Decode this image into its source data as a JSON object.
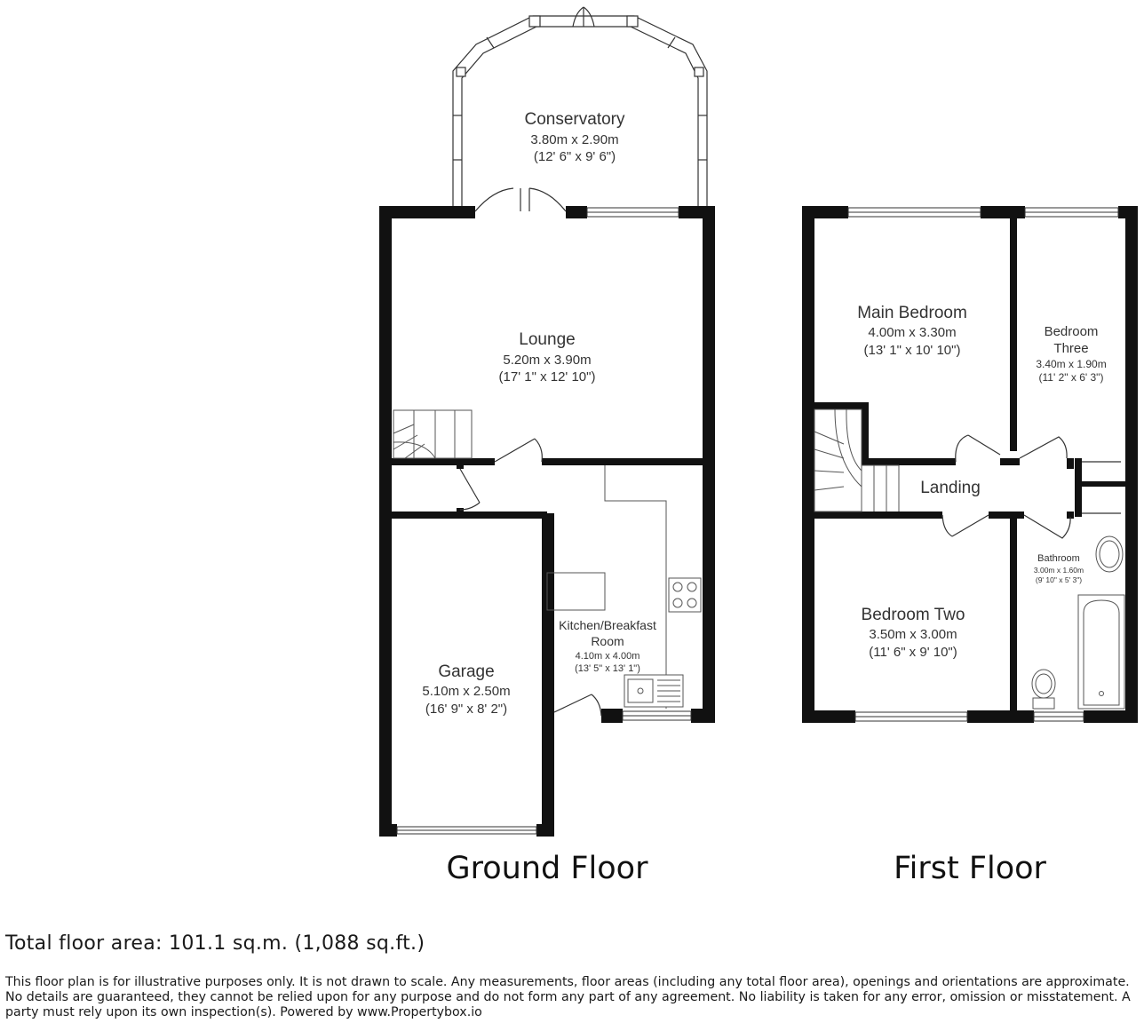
{
  "colors": {
    "wall": "#111111",
    "fixture": "#333333",
    "background": "#ffffff"
  },
  "floors": {
    "ground": {
      "label": "Ground Floor",
      "rooms": {
        "conservatory": {
          "name": "Conservatory",
          "metric": "3.80m x 2.90m",
          "imperial": "(12' 6\" x 9' 6\")"
        },
        "lounge": {
          "name": "Lounge",
          "metric": "5.20m x 3.90m",
          "imperial": "(17' 1\" x 12' 10\")"
        },
        "kitchen": {
          "name_line1": "Kitchen/Breakfast",
          "name_line2": "Room",
          "metric": "4.10m x 4.00m",
          "imperial": "(13' 5\" x 13' 1\")"
        },
        "garage": {
          "name": "Garage",
          "metric": "5.10m x 2.50m",
          "imperial": "(16' 9\" x 8' 2\")"
        }
      }
    },
    "first": {
      "label": "First Floor",
      "rooms": {
        "main_bedroom": {
          "name": "Main Bedroom",
          "metric": "4.00m x 3.30m",
          "imperial": "(13' 1\" x 10' 10\")"
        },
        "bedroom_three": {
          "name_line1": "Bedroom",
          "name_line2": "Three",
          "metric": "3.40m x 1.90m",
          "imperial": "(11' 2\" x 6' 3\")"
        },
        "landing": {
          "name": "Landing"
        },
        "bathroom": {
          "name": "Bathroom",
          "metric": "3.00m x 1.60m",
          "imperial": "(9' 10\" x 5' 3\")"
        },
        "bedroom_two": {
          "name": "Bedroom Two",
          "metric": "3.50m x 3.00m",
          "imperial": "(11' 6\" x 9' 10\")"
        }
      }
    }
  },
  "total_area": "Total floor area: 101.1 sq.m. (1,088 sq.ft.)",
  "disclaimer": "This floor plan is for illustrative purposes only. It is not drawn to scale. Any measurements, floor areas (including any total floor area), openings and orientations are approximate. No details are guaranteed, they cannot be relied upon for any purpose and do not form any part of any agreement. No liability is taken for any error, omission or misstatement. A party must rely upon its own inspection(s). Powered by www.Propertybox.io"
}
